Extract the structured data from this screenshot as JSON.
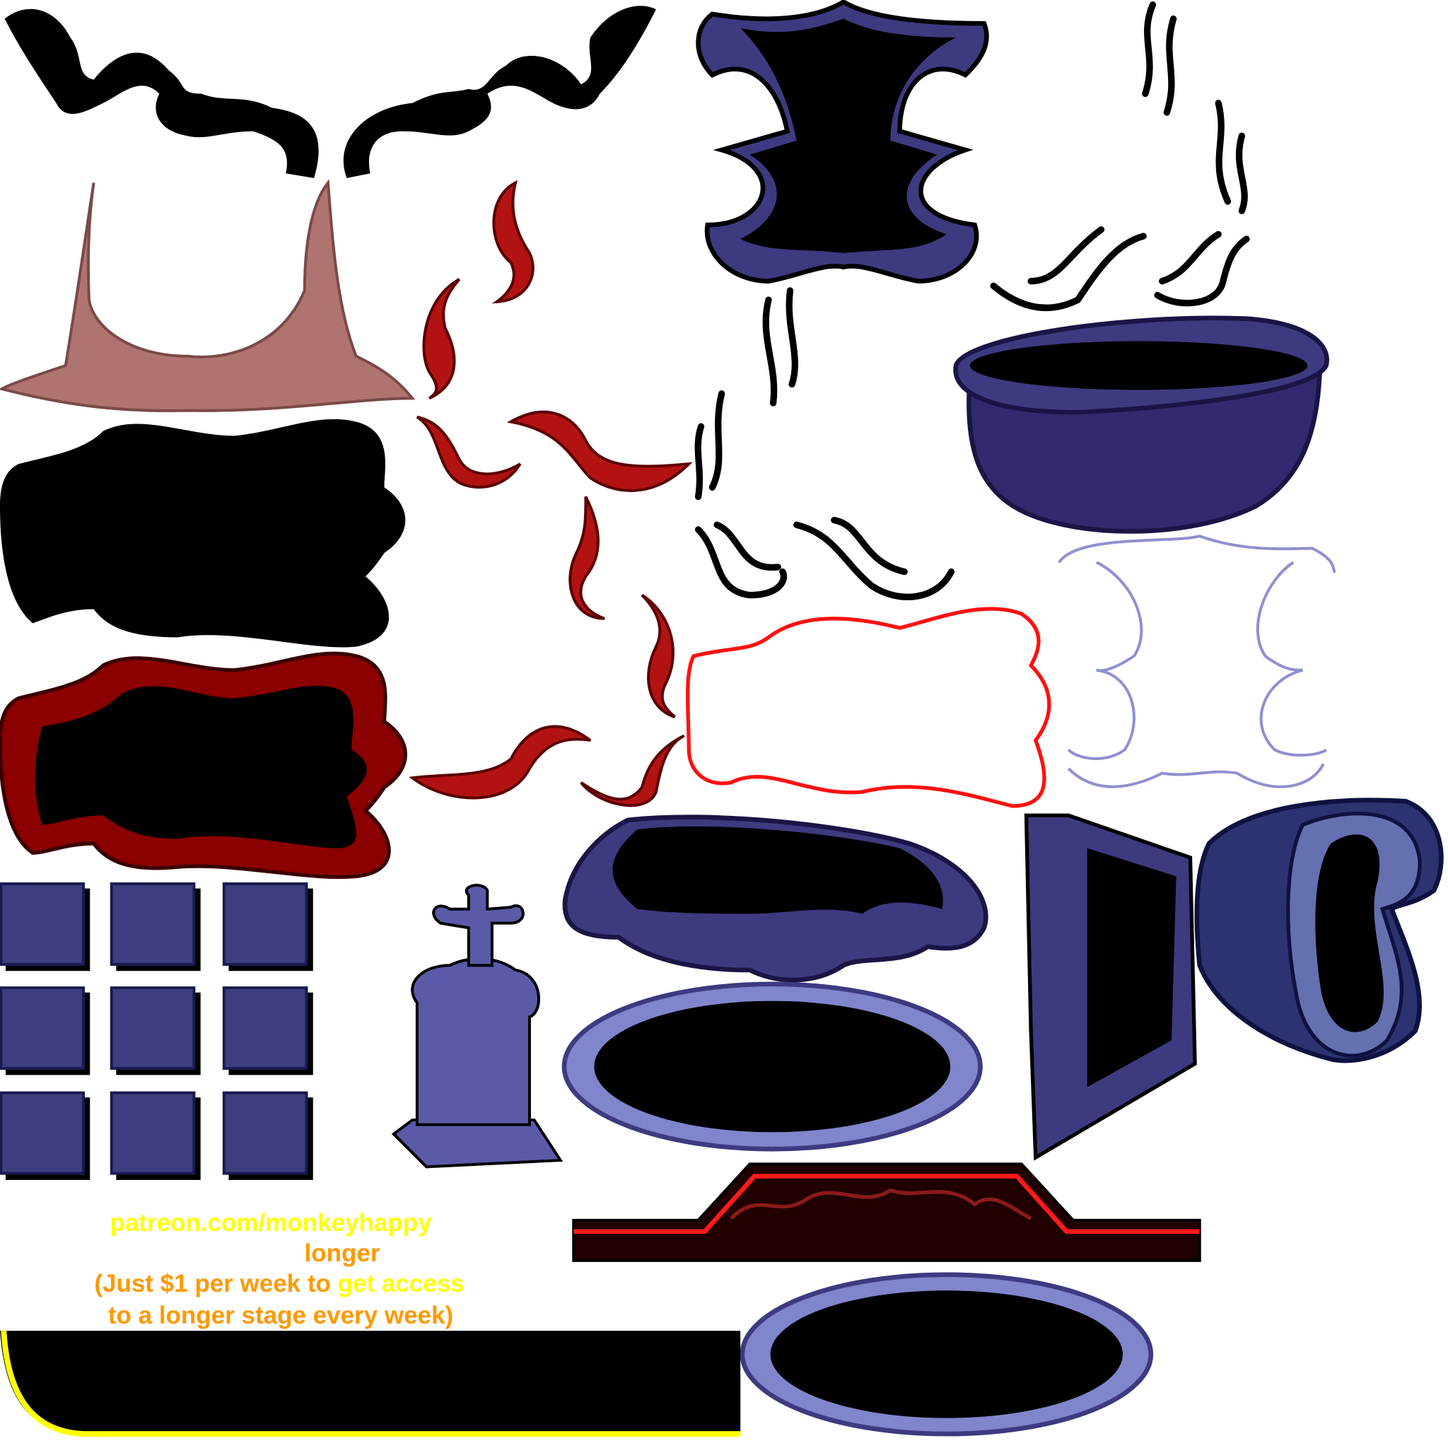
{
  "promo": {
    "url": "patreon.com/monkeyhappy",
    "word": "longer",
    "line3_a": "(Just $1 per week to ",
    "line3_b": "get access",
    "line4": "to a longer stage every week)"
  },
  "colors": {
    "purple_dark": "#312a6e",
    "purple_mid": "#3d3a80",
    "purple_light": "#7f86cc",
    "red_dark": "#8b0000",
    "red_bright": "#ff2020",
    "skin": "#b07470",
    "yellow": "#ffff00",
    "orange": "#ff9900"
  }
}
